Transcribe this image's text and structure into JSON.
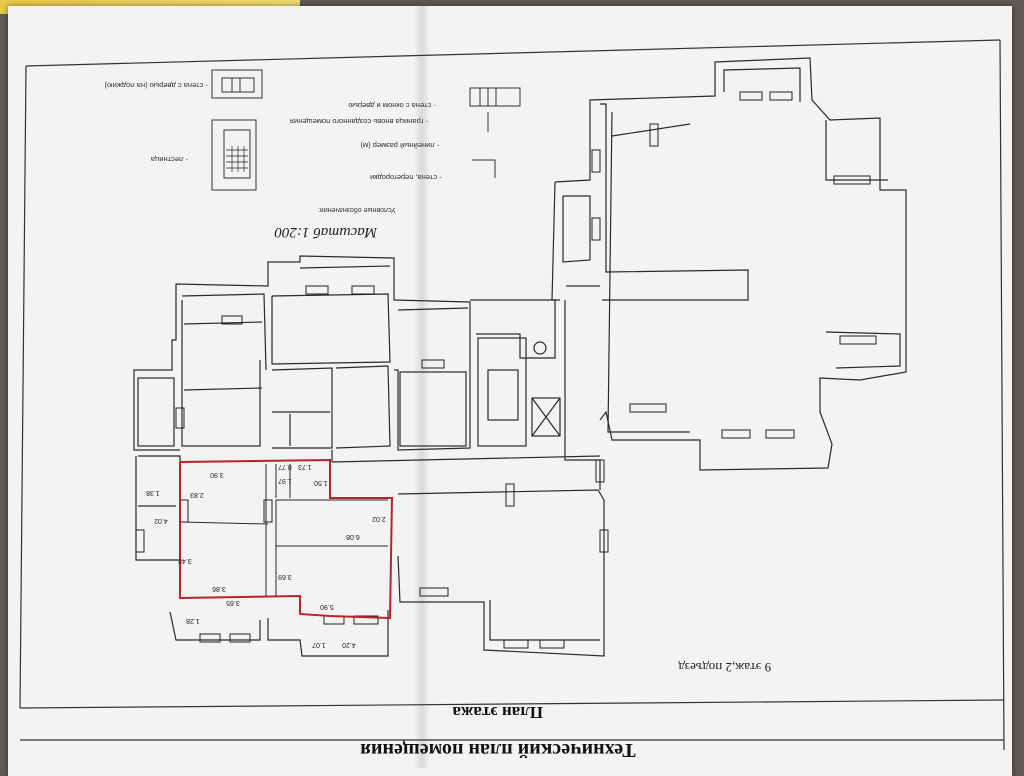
{
  "document": {
    "title": "Технический план помещения",
    "subtitle": "План этажа",
    "floor_label": "9 этаж,2 подъезд",
    "scale": "Масштаб 1:200",
    "legend_heading": "Условные обозначения:",
    "legend": {
      "partition": "- стена, перегородки",
      "line_size": "- линейный размер (м)",
      "room_boundary": "- граница вновь созданного помещения",
      "window_wall": "- стена с окном и дверью",
      "door_wall": "- стена с дверью (на лоджию)",
      "stairs": "- лестница"
    },
    "dimensions": {
      "d1": "3.90",
      "d2": "1.73",
      "d3": "0.77",
      "d4": "1.97",
      "d5": "1.50",
      "d6": "2.83",
      "d7": "1.38",
      "d8": "4.02",
      "d9": "2.02",
      "d10": "6.08",
      "d11": "3.48",
      "d12": "3.69",
      "d13": "3.86",
      "d14": "5.90",
      "d15": "1.28",
      "d16": "3.65",
      "d17": "1.07",
      "d18": "4.20"
    },
    "colors": {
      "highlight": "#b8232c",
      "ink": "#222222",
      "paper": "#f4f3f1"
    }
  }
}
